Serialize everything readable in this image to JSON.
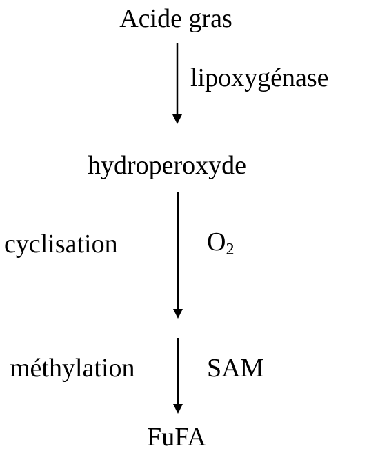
{
  "pathway": {
    "nodes": {
      "start": "Acide gras",
      "intermediate": "hydroperoxyde",
      "end": "FuFA"
    },
    "steps": [
      {
        "left": "",
        "right": "lipoxygénase"
      },
      {
        "left": "cyclisation",
        "right_main": "O",
        "right_sub": "2"
      },
      {
        "left": "méthylation",
        "right": "SAM"
      }
    ]
  },
  "colors": {
    "text": "#000000",
    "arrow": "#000000",
    "background": "#ffffff"
  }
}
